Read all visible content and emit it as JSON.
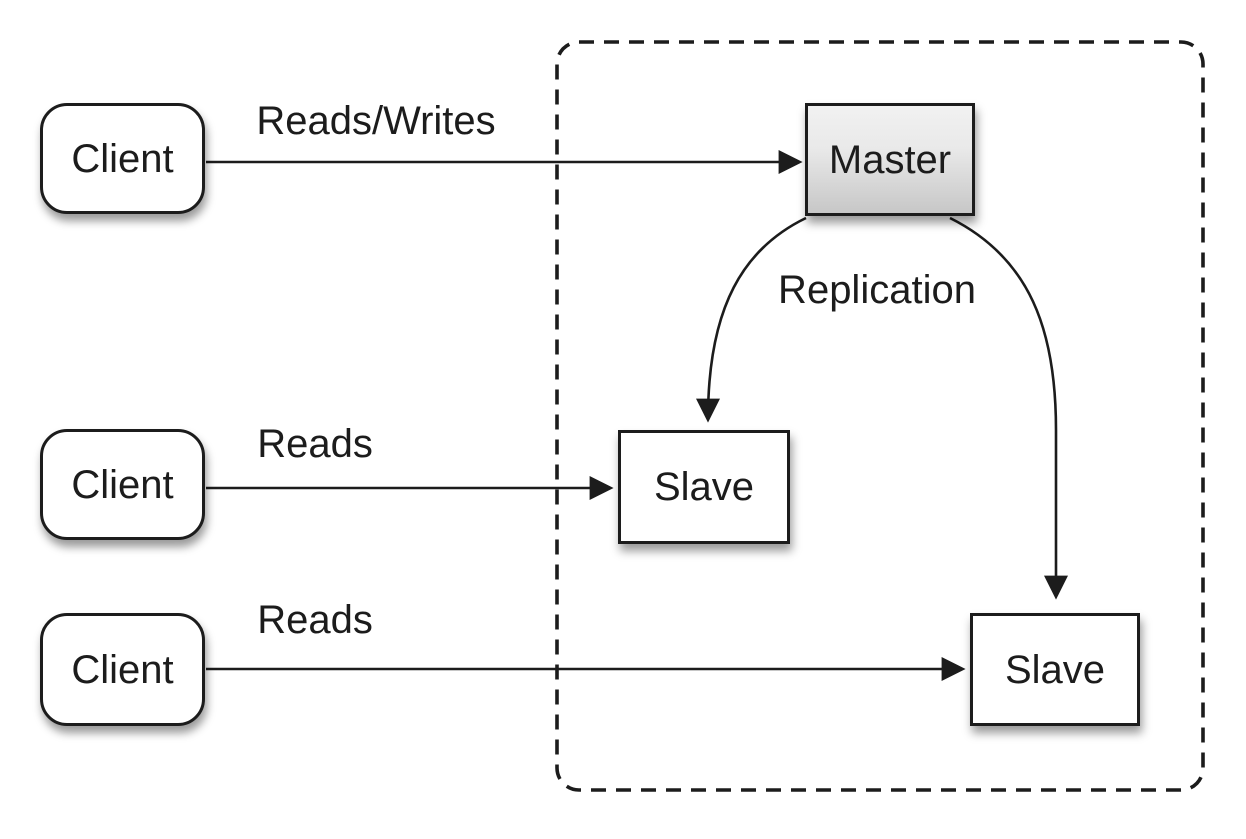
{
  "nodes": {
    "client_top": {
      "label": "Client"
    },
    "client_middle": {
      "label": "Client"
    },
    "client_bottom": {
      "label": "Client"
    },
    "master": {
      "label": "Master"
    },
    "slave_left": {
      "label": "Slave"
    },
    "slave_right": {
      "label": "Slave"
    }
  },
  "edges": {
    "client_top_to_master": {
      "label": "Reads/Writes"
    },
    "client_middle_to_slave_left": {
      "label": "Reads"
    },
    "client_bottom_to_slave_right": {
      "label": "Reads"
    },
    "master_to_slaves": {
      "label": "Replication"
    }
  },
  "colors": {
    "line": "#1c1c1c",
    "node_border": "#1c1c1c",
    "node_fill": "#ffffff",
    "master_fill_top": "#f1f1f1",
    "master_fill_bottom": "#c7c7c7",
    "background": "#ffffff"
  }
}
